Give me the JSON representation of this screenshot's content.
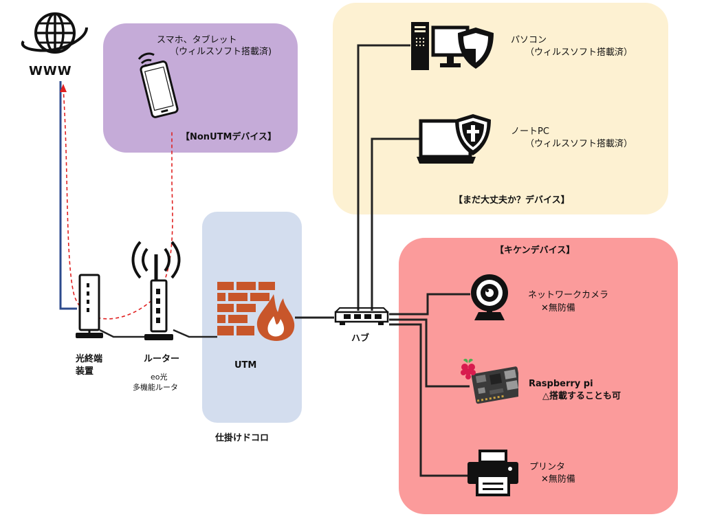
{
  "colors": {
    "nonutm_zone": "#c5abd8",
    "maybe_zone": "#fdf1d2",
    "danger_zone": "#fb9b9b",
    "utm_zone": "#d3ddee",
    "wire": "#222222",
    "internet_wire": "#2c4a8c",
    "dashed": "#e02020",
    "firewall": "#c8562a",
    "pi_red": "#d81c4e",
    "pi_board": "#3a3a3a"
  },
  "internet": {
    "label": "WWW",
    "icon": "globe-icon"
  },
  "onu": {
    "label_line1": "光終端",
    "label_line2": "装置",
    "icon": "onu-device-icon"
  },
  "router": {
    "label": "ルーター",
    "sub1": "eo光",
    "sub2": "多機能ルータ",
    "icon": "wifi-router-icon"
  },
  "utm": {
    "label": "UTM",
    "zone_label": "仕掛けドコロ",
    "icon": "firewall-icon"
  },
  "hub": {
    "label": "ハブ",
    "icon": "network-hub-icon"
  },
  "nonutm": {
    "title": "【NonUTMデバイス】",
    "device_line1": "スマホ、タブレット",
    "device_line2": "（ウィルスソフト搭載済)",
    "icon": "smartphone-wifi-icon"
  },
  "maybe": {
    "title": "【まだ大丈夫か？デバイス】",
    "pc_line1": "パソコン",
    "pc_line2": "（ウィルスソフト搭載済）",
    "pc_icon": "desktop-shield-icon",
    "notebook_line1": "ノートPC",
    "notebook_line2": "（ウィルスソフト搭載済）",
    "notebook_icon": "laptop-shield-icon"
  },
  "danger": {
    "title": "【キケンデバイス】",
    "camera_line1": "ネットワークカメラ",
    "camera_line2": "✕無防備",
    "camera_icon": "webcam-icon",
    "pi_line1": "Raspberry pi",
    "pi_line2": "△搭載することも可",
    "pi_icon": "raspberry-pi-icon",
    "printer_line1": "プリンタ",
    "printer_line2": "✕無防備",
    "printer_icon": "printer-icon"
  }
}
